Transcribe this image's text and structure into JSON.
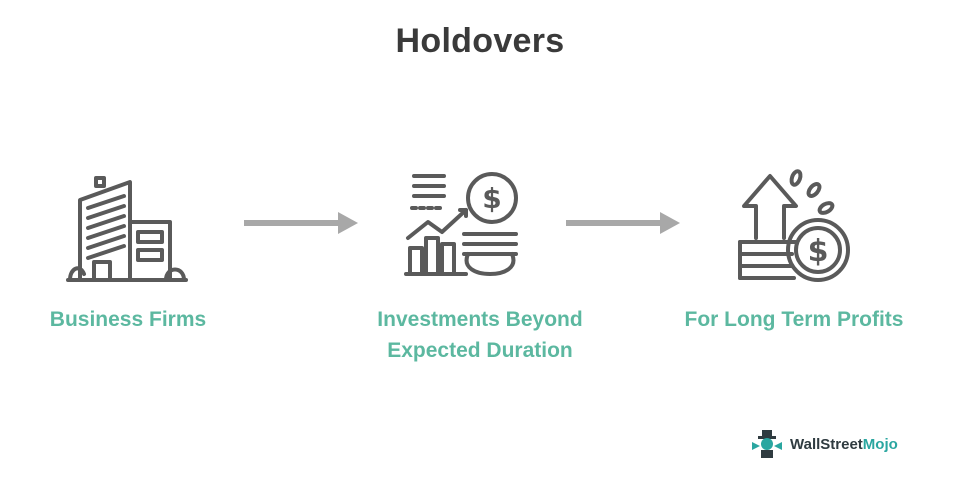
{
  "title": "Holdovers",
  "colors": {
    "label": "#5cb8a0",
    "icon": "#5a5a5a",
    "arrow": "#a8a8a8",
    "title": "#3a3a3a"
  },
  "steps": [
    {
      "label": "Business Firms",
      "icon": "office-building-icon"
    },
    {
      "label_line1": "Investments Beyond",
      "label_line2": "Expected Duration",
      "icon": "investment-growth-icon"
    },
    {
      "label": "For Long Term Profits",
      "icon": "profit-coins-icon"
    }
  ],
  "logo": {
    "brand_part1": "WallStreet",
    "brand_part2": "Mojo"
  }
}
